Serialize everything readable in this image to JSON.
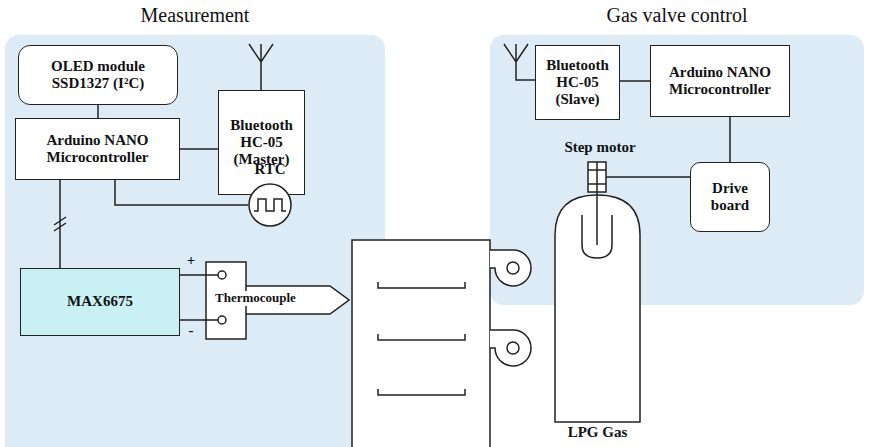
{
  "diagram": {
    "nodes": [
      {
        "text": [
          "Measurement"
        ]
      },
      {
        "text": [
          "Gas valve control"
        ]
      },
      {
        "text": [
          "OLED module SSD1327 (I²C)"
        ],
        "in": 0
      },
      {
        "text": [
          "Arduino NANO Microcontroller"
        ],
        "in": 0
      },
      {
        "text": [
          "Bluetooth HC-05 (Master)"
        ],
        "in": 0
      },
      {
        "text": [
          "RTC"
        ],
        "in": 0
      },
      {
        "text": [
          "MAX6675"
        ],
        "in": 0
      },
      {
        "text": [
          "Thermocouple"
        ],
        "in": 0
      },
      {
        "text": [
          "Bluetooth HC-05 (Slave)"
        ],
        "in": 1
      },
      {
        "text": [
          "Arduino NANO Microcontroller"
        ],
        "in": 1
      },
      {
        "text": [
          "Drive board"
        ],
        "in": 1
      }
    ],
    "edges": [
      {
        "from": 2,
        "to": 3,
        "arrow": "none"
      },
      {
        "from": 3,
        "to": 4,
        "arrow": "none"
      },
      {
        "from": 3,
        "to": 5,
        "arrow": "none"
      },
      {
        "from": 3,
        "to": 6,
        "arrow": "none"
      },
      {
        "from": 6,
        "to": 7,
        "arrow": "none"
      },
      {
        "from": 8,
        "to": 9,
        "arrow": "none"
      },
      {
        "from": 9,
        "to": 10,
        "arrow": "none"
      }
    ],
    "labels": [
      "Step motor",
      "LPG Gas",
      "+",
      "-"
    ]
  }
}
